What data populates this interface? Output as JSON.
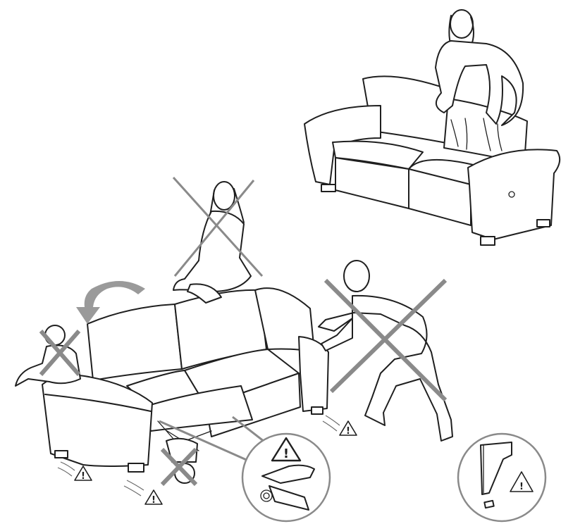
{
  "figure": {
    "warning_symbol": "!",
    "colors": {
      "line": "#1f1f1f",
      "prohibition_cross": "#8a8a8a",
      "background": "#ffffff"
    },
    "panels": [
      {
        "name": "correct-use",
        "icon": "sofa-with-person-adjusting-headrest",
        "prohibited": false
      },
      {
        "name": "no-sitting-on-backrest",
        "icon": "person-sitting-on-sofa-back",
        "prohibited": true
      },
      {
        "name": "no-children-on-armrest",
        "icon": "child-on-armrest",
        "prohibited": true
      },
      {
        "name": "no-children-under-recliner",
        "icon": "child-under-footrest",
        "prohibited": true
      },
      {
        "name": "no-pushing-sofa",
        "icon": "man-pushing-sofa",
        "prohibited": true
      },
      {
        "name": "pinch-hazard-callout",
        "icon": "hand-pinch-warning",
        "prohibited": false
      },
      {
        "name": "leg-detail-callout",
        "icon": "sofa-leg-warning",
        "prohibited": false
      }
    ]
  }
}
